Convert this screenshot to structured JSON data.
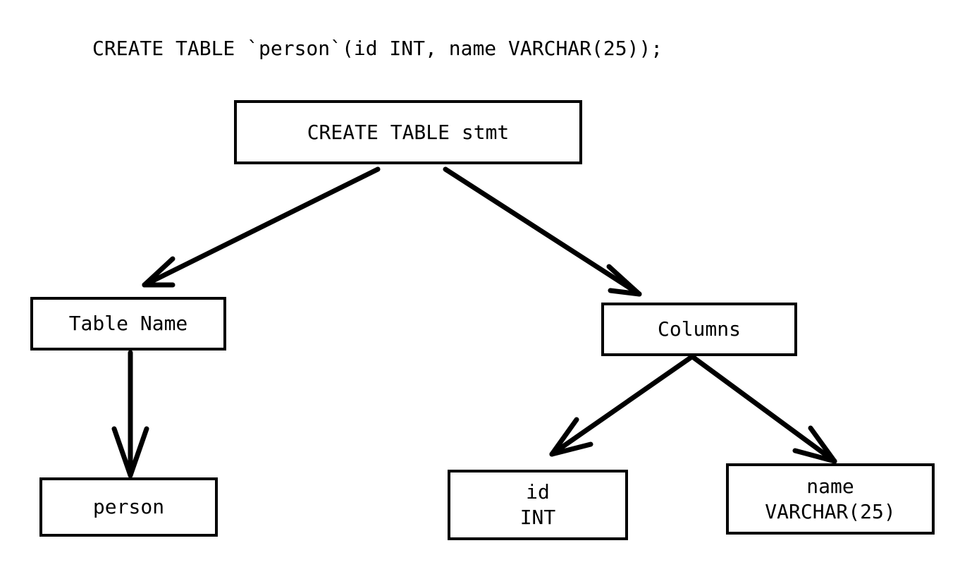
{
  "diagram": {
    "title": "CREATE TABLE `person`(id INT, name VARCHAR(25));",
    "type": "parse-tree",
    "nodes": [
      {
        "id": "root",
        "label": "CREATE TABLE stmt",
        "lines": [
          "CREATE TABLE stmt"
        ]
      },
      {
        "id": "tablename",
        "label": "Table Name",
        "lines": [
          "Table Name"
        ]
      },
      {
        "id": "person",
        "label": "person",
        "lines": [
          "person"
        ]
      },
      {
        "id": "columns",
        "label": "Columns",
        "lines": [
          "Columns"
        ]
      },
      {
        "id": "id",
        "label": "id INT",
        "lines": [
          "id",
          "INT"
        ]
      },
      {
        "id": "name",
        "label": "name VARCHAR(25)",
        "lines": [
          "name",
          "VARCHAR(25)"
        ]
      }
    ],
    "edges": [
      {
        "from": "root",
        "to": "tablename"
      },
      {
        "from": "root",
        "to": "columns"
      },
      {
        "from": "tablename",
        "to": "person"
      },
      {
        "from": "columns",
        "to": "id"
      },
      {
        "from": "columns",
        "to": "name"
      }
    ],
    "colors": {
      "stroke": "#000000",
      "background": "#ffffff",
      "text": "#000000"
    }
  }
}
